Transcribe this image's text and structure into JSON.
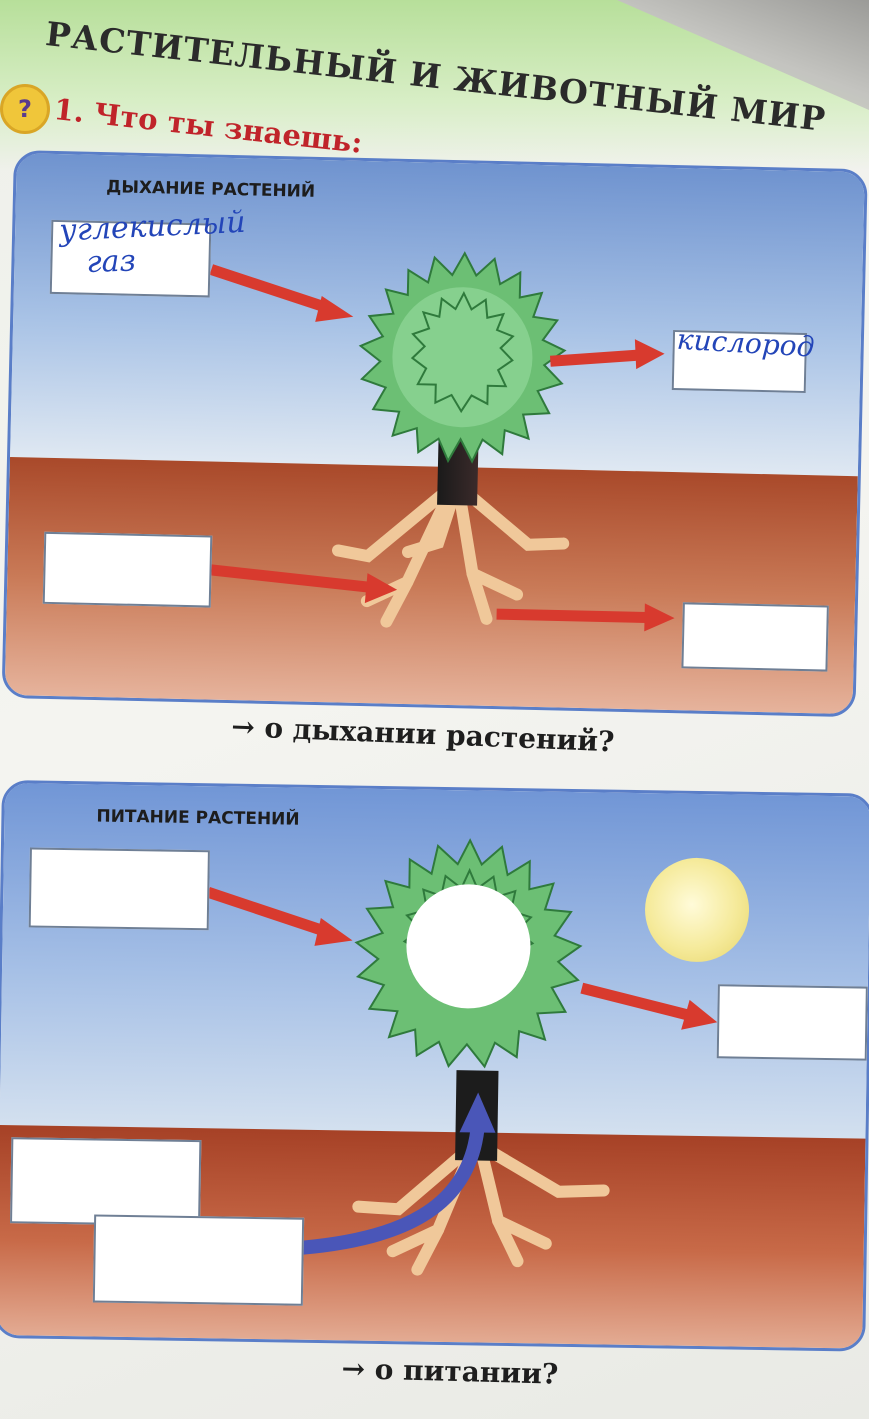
{
  "chapter_title": "РАСТИТЕЛЬНЫЙ И ЖИВОТНЫЙ МИР",
  "question_badge": "?",
  "task_title": "1. Что ты знаешь:",
  "colors": {
    "task_title": "#c0242a",
    "arrow_red": "#d83a2e",
    "arrow_blue": "#4a56b8",
    "tree_green": "#6cbf74",
    "handwriting": "#2345b8"
  },
  "panel_breathing": {
    "label": "ДЫХАНИЕ РАСТЕНИЙ",
    "boxes": [
      {
        "position": "air-input",
        "handwritten": "углекислый газ",
        "handwritten_lines": [
          "углекислый",
          "газ"
        ]
      },
      {
        "position": "air-output",
        "handwritten": "кислород"
      },
      {
        "position": "soil-input",
        "handwritten": ""
      },
      {
        "position": "soil-output",
        "handwritten": ""
      }
    ],
    "question": "→ о дыхании растений?"
  },
  "panel_nutrition": {
    "label": "ПИТАНИЕ РАСТЕНИЙ",
    "boxes": [
      {
        "position": "air-input",
        "handwritten": ""
      },
      {
        "position": "air-output",
        "handwritten": ""
      },
      {
        "position": "soil-upper",
        "handwritten": ""
      },
      {
        "position": "soil-lower",
        "handwritten": ""
      }
    ],
    "question": "→ о питании?"
  }
}
